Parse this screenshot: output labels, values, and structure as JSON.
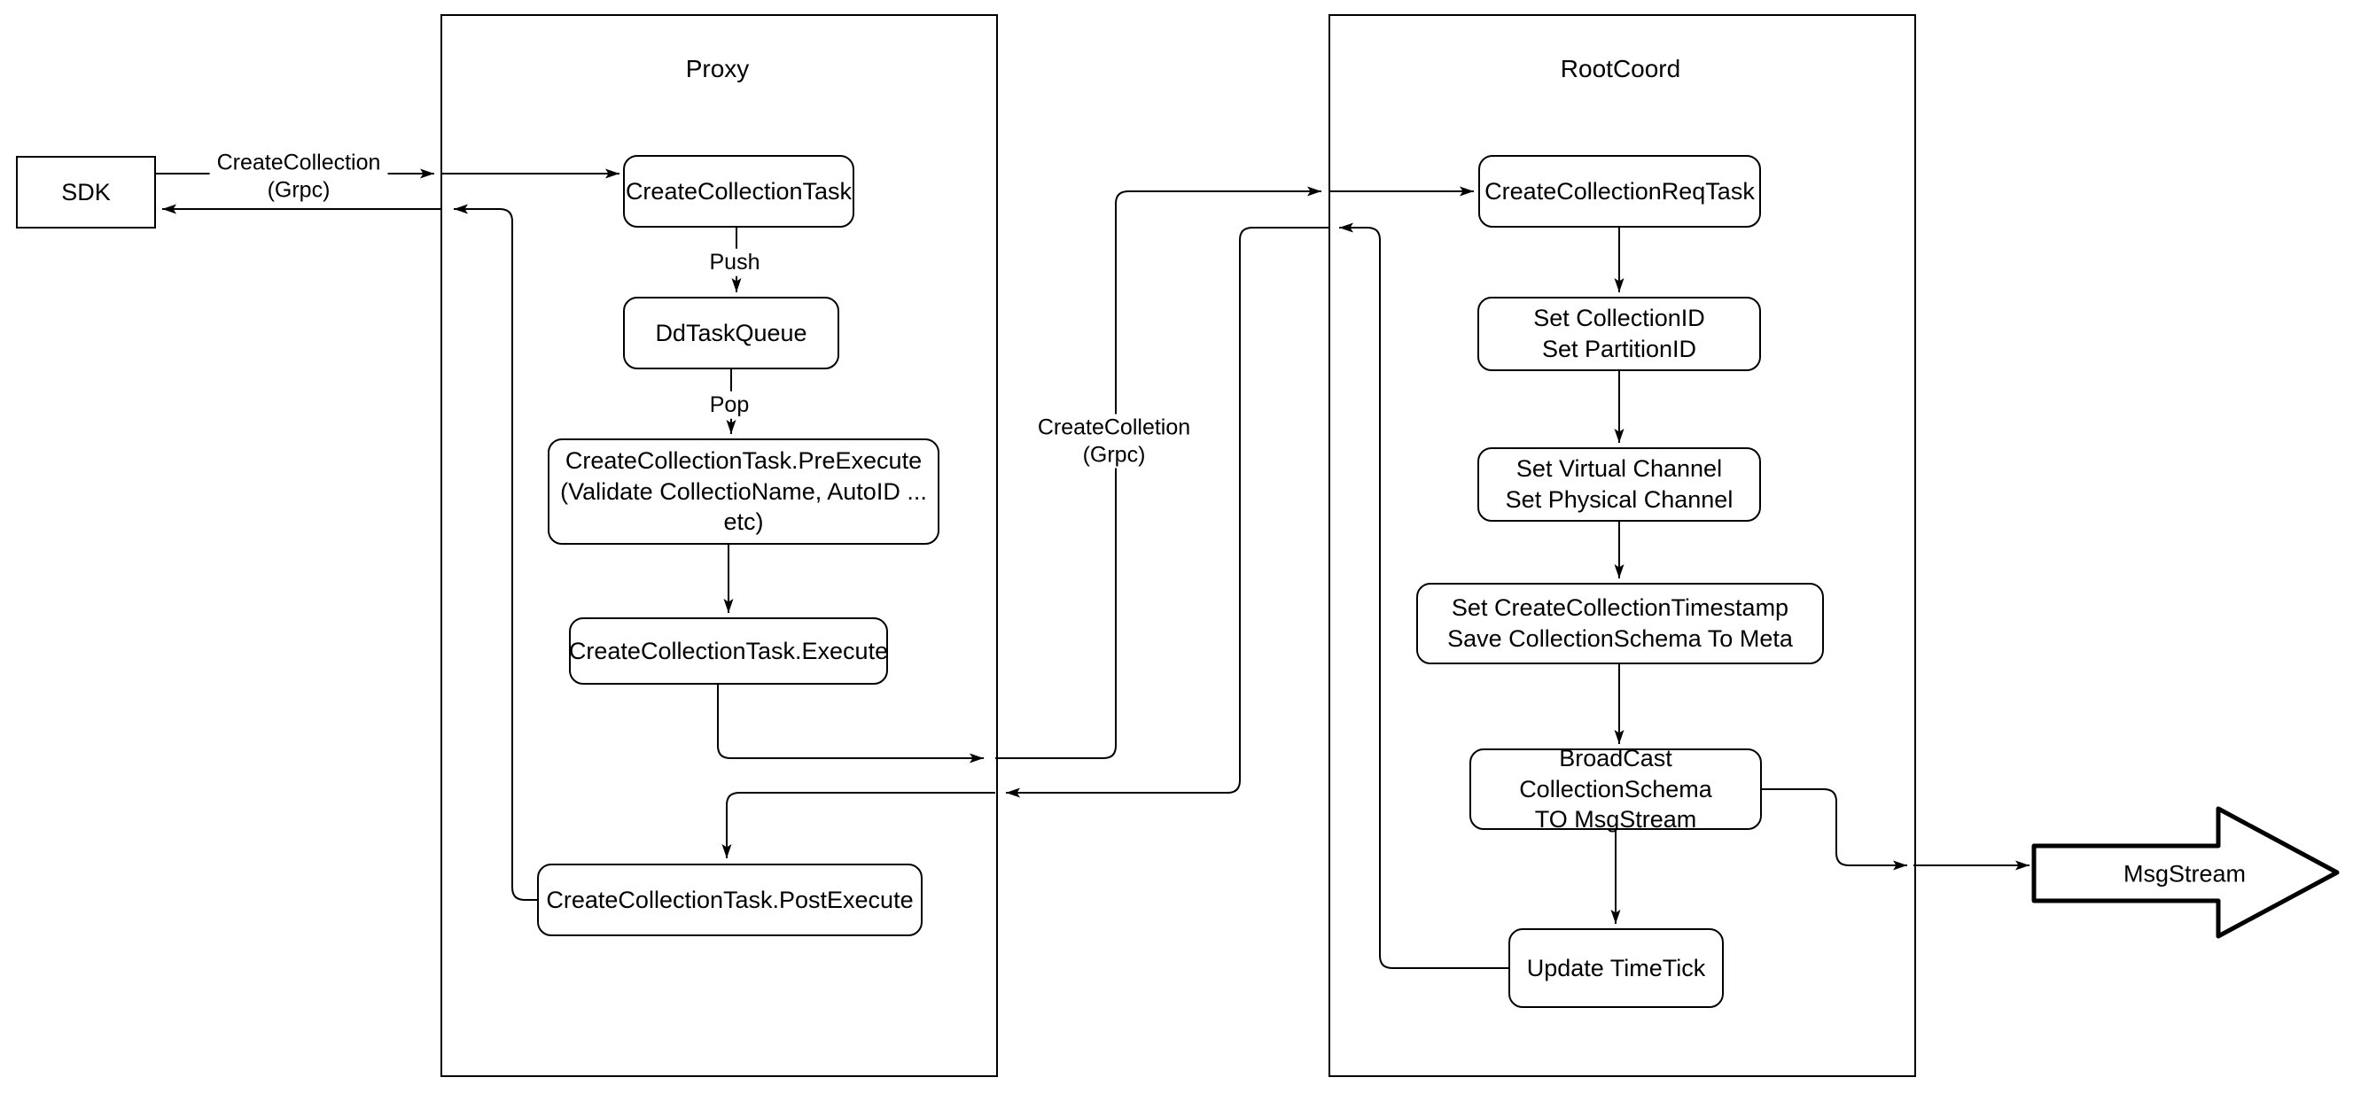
{
  "sdk": {
    "label": "SDK"
  },
  "proxy": {
    "title": "Proxy",
    "nodes": {
      "create_collection_task": {
        "label": "CreateCollectionTask"
      },
      "dd_task_queue": {
        "label": "DdTaskQueue"
      },
      "pre_execute": {
        "line1": "CreateCollectionTask.PreExecute",
        "line2": "(Validate CollectioName, AutoID ... etc)"
      },
      "execute": {
        "label": "CreateCollectionTask.Execute"
      },
      "post_execute": {
        "label": "CreateCollectionTask.PostExecute"
      }
    }
  },
  "rootcoord": {
    "title": "RootCoord",
    "nodes": {
      "create_collection_req_task": {
        "label": "CreateCollectionReqTask"
      },
      "set_ids": {
        "line1": "Set CollectionID",
        "line2": "Set PartitionID"
      },
      "set_channels": {
        "line1": "Set Virtual Channel",
        "line2": "Set Physical Channel"
      },
      "set_timestamp": {
        "line1": "Set CreateCollectionTimestamp",
        "line2": "Save CollectionSchema To Meta"
      },
      "broadcast": {
        "line1": "BroadCast CollectionSchema",
        "line2": "TO MsgStream"
      },
      "update_timetick": {
        "label": "Update TimeTick"
      }
    }
  },
  "msgstream": {
    "label": "MsgStream"
  },
  "edge_labels": {
    "sdk_grpc": {
      "line1": "CreateCollection",
      "line2": "(Grpc)"
    },
    "push": "Push",
    "pop": "Pop",
    "proxy_grpc": {
      "line1": "CreateColletion",
      "line2": "(Grpc)"
    }
  },
  "colors": {
    "stroke": "#000000",
    "background": "#ffffff"
  }
}
